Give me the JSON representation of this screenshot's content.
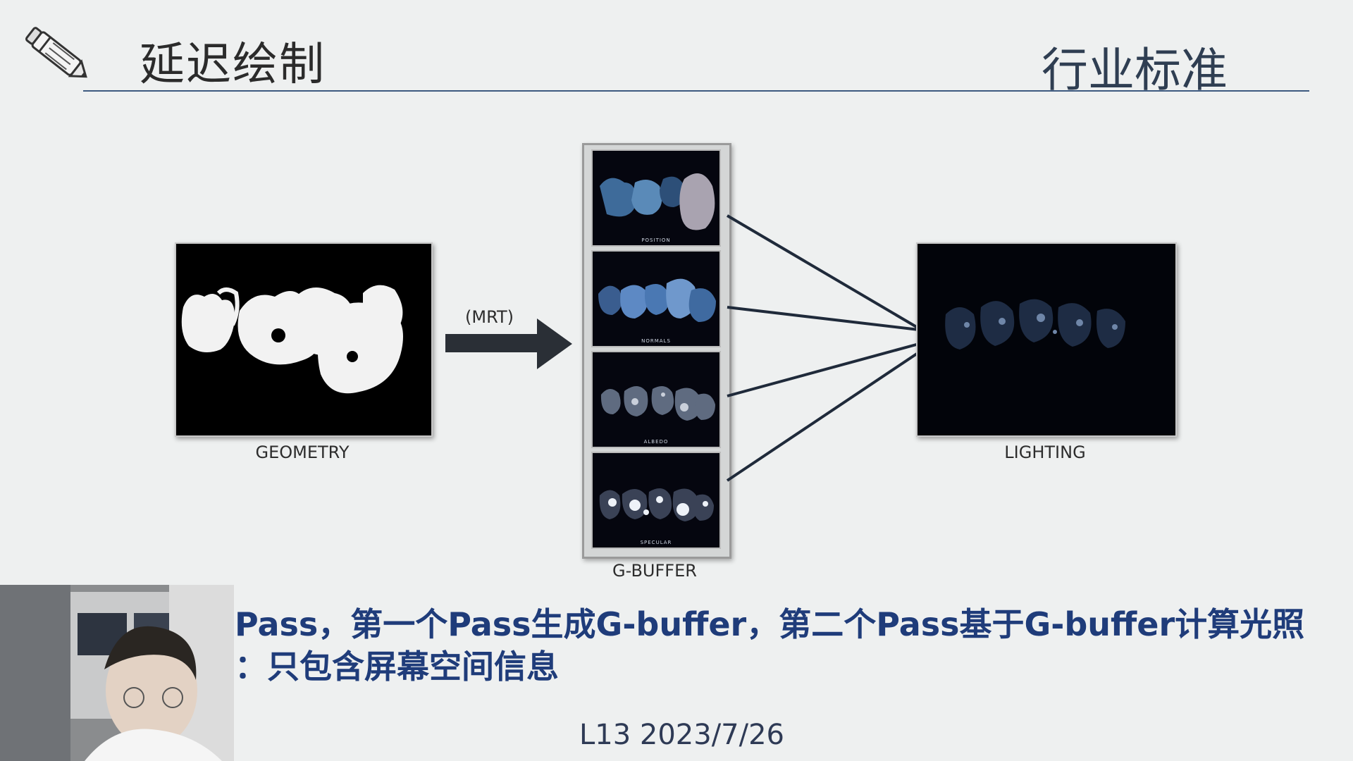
{
  "header": {
    "title": "延迟绘制",
    "section": "行业标准"
  },
  "diagram": {
    "geometry_label": "GEOMETRY",
    "mrt_label": "(MRT)",
    "gbuffer_label": "G-BUFFER",
    "lighting_label": "LIGHTING",
    "gbuffer_layers": [
      "POSITION",
      "NORMALS",
      "ALBEDO",
      "SPECULAR"
    ]
  },
  "body": {
    "line1": "Pass，第一个Pass生成G-buffer，第二个Pass基于G-buffer计算光照",
    "line2": "：只包含屏幕空间信息"
  },
  "footer": {
    "lecture": "L13 2023/7/26"
  },
  "colors": {
    "title_text": "#2b2b2b",
    "rule": "#3d5a80",
    "body_text": "#1f3c7a",
    "background": "#eef0f0"
  }
}
